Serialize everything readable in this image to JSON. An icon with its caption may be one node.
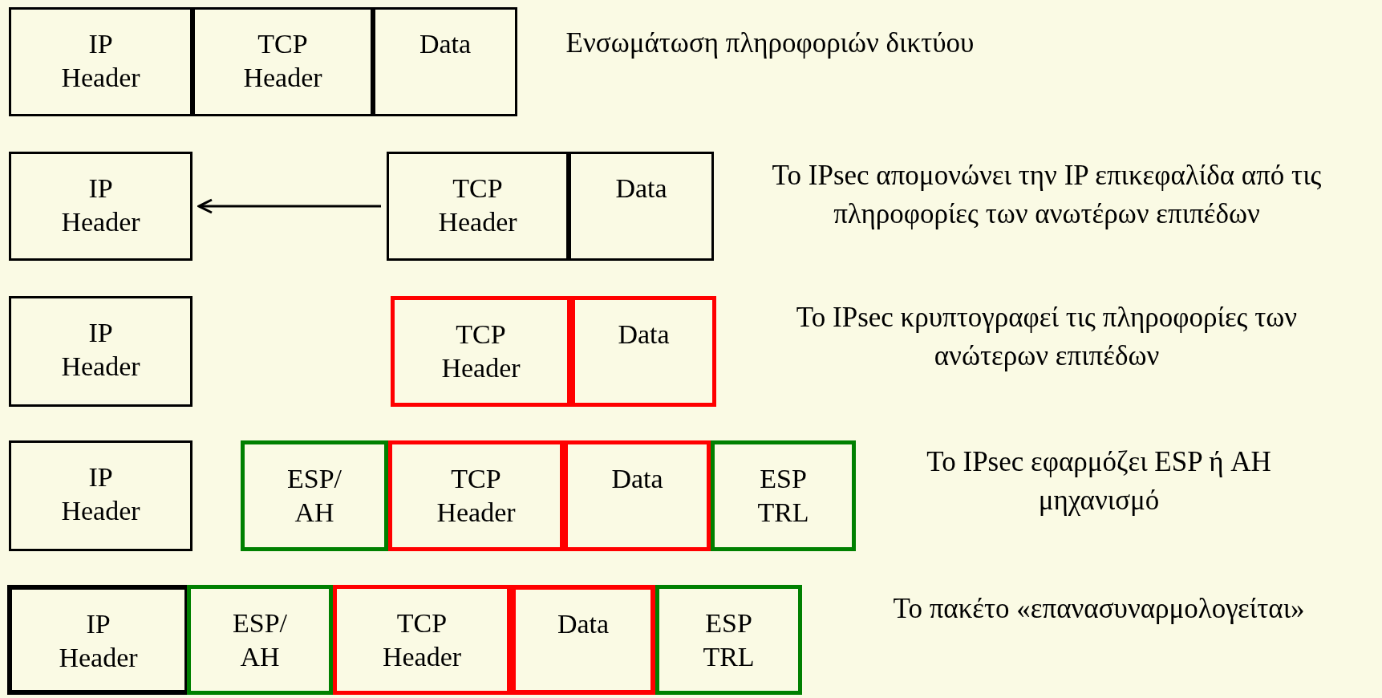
{
  "diagram": {
    "nodes": [
      {
        "text": [
          "IP Header"
        ]
      },
      {
        "text": [
          "TCP Header"
        ]
      },
      {
        "text": [
          "Data"
        ]
      },
      {
        "text": [
          "IP Header"
        ]
      },
      {
        "text": [
          "TCP Header"
        ]
      },
      {
        "text": [
          "Data"
        ]
      },
      {
        "text": [
          "IP Header"
        ]
      },
      {
        "text": [
          "TCP Header"
        ]
      },
      {
        "text": [
          "Data"
        ]
      },
      {
        "text": [
          "IP Header"
        ]
      },
      {
        "text": [
          "ESP/ AH"
        ]
      },
      {
        "text": [
          "TCP Header"
        ]
      },
      {
        "text": [
          "Data"
        ]
      },
      {
        "text": [
          "ESP TRL"
        ]
      },
      {
        "text": [
          "IP Header"
        ]
      },
      {
        "text": [
          "ESP/ AH"
        ]
      },
      {
        "text": [
          "TCP Header"
        ]
      },
      {
        "text": [
          "Data"
        ]
      },
      {
        "text": [
          "ESP TRL"
        ]
      }
    ],
    "edges": [
      {
        "from": 4,
        "to": 3,
        "arrow": "to"
      }
    ],
    "labels": [
      "Ενσωμάτωση πληροφοριών δικτύου",
      "Το IPsec απομονώνει την IP επικεφαλίδα από τις πληροφορίες των ανωτέρων επιπέδων",
      "Το IPsec κρυπτογραφεί τις πληροφορίες των ανώτερων επιπέδων",
      "Το IPsec εφαρμόζει ESP ή AH μηχανισμό",
      "Το πακέτο «επανασυναρμολογείται»"
    ]
  }
}
